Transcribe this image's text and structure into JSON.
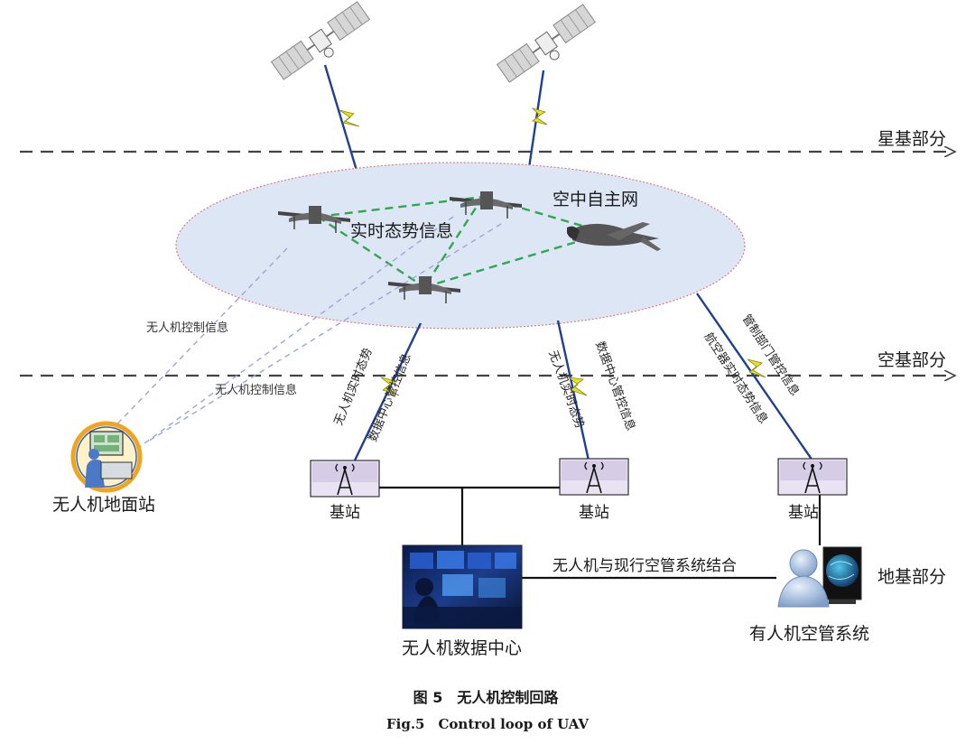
{
  "layers": {
    "satellite": "星基部分",
    "air": "空基部分",
    "ground": "地基部分"
  },
  "network": {
    "label": "空中自主网",
    "situation_info": "实时态势信息"
  },
  "links": {
    "gcs_control_1": "无人机控制信息",
    "gcs_control_2": "无人机控制信息",
    "bs1_up": "无人机实时态势",
    "bs1_down": "数据中心管控信息",
    "bs2_up": "数据中心管控信息",
    "bs2_down": "无人机实时态势",
    "bs3_up": "管制部门管控信息",
    "bs3_down": "航空器实时态势信息",
    "dc_atc": "无人机与现行空管系统结合"
  },
  "nodes": {
    "ground_station": "无人机地面站",
    "base_station_1": "基站",
    "base_station_2": "基站",
    "base_station_3": "基站",
    "data_center": "无人机数据中心",
    "manned_atc": "有人机空管系统"
  },
  "caption": {
    "cn": "图 5　无人机控制回路",
    "en": "Fig.5　Control loop of UAV"
  },
  "colors": {
    "ellipse_fill": "#dde6f4",
    "ellipse_stroke": "#e07c7c",
    "mesh_link": "#2fa84f",
    "sat_link": "#1f3f8f",
    "lightning": "#e5e020",
    "control_dash": "#9aa7d6"
  }
}
